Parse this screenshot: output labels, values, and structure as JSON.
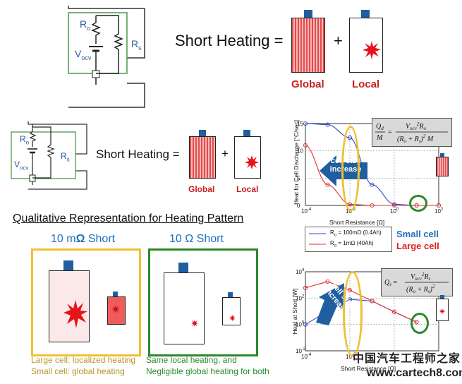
{
  "top": {
    "circuit": {
      "ro": "R",
      "ro_sub": "o",
      "rs": "R",
      "rs_sub": "s",
      "v": "V",
      "v_sub": "ocv"
    },
    "equation": "Short Heating =",
    "plus": "+",
    "global_label": "Global",
    "local_label": "Local"
  },
  "mid": {
    "circuit": {
      "ro": "R",
      "ro_sub": "o",
      "rs": "R",
      "rs_sub": "s",
      "v": "V",
      "v_sub": "ocv"
    },
    "equation": "Short Heating =",
    "plus": "+",
    "global_label": "Global",
    "local_label": "Local"
  },
  "qual": {
    "title": "Qualitative Representation for Heating Pattern",
    "box1_title": "10 mΩ Short",
    "box2_title": "10 Ω Short",
    "box1_note1": "Large cell: localized heating",
    "box1_note2": "Small cell: global heating",
    "box2_note1": "Same local heating, and",
    "box2_note2": "Negligible global heating for both"
  },
  "chart1": {
    "ylabel": "Heat for Cell Discharge [°C/sec]",
    "xlabel": "Short Resistance [Ω]",
    "yticks": [
      "15",
      "10",
      "5",
      "0"
    ],
    "xticks": [
      "10",
      "10",
      "10",
      "10"
    ],
    "xtick_exp": [
      "-4",
      "-2",
      "0",
      "2"
    ],
    "annotation": "cell size increase",
    "formula": "Q_d/M = V_ocv² R_o / ((R_o + R_s)² M)",
    "legend": [
      {
        "label": "R_o = 100mΩ (0.4Ah)",
        "color": "#3344cc"
      },
      {
        "label": "R_o = 1mΩ (40Ah)",
        "color": "#e33030"
      }
    ],
    "small_cell": "Small cell",
    "large_cell": "Large cell"
  },
  "chart2": {
    "ylabel": "Heat at Short [W]",
    "xlabel": "Short Resistance [Ω]",
    "yticks": [
      "10",
      "10",
      "10",
      "10"
    ],
    "ytick_exp": [
      "4",
      "2",
      "0",
      "-2"
    ],
    "xticks": [
      "10",
      "10"
    ],
    "xtick_exp": [
      "-4",
      "-2"
    ],
    "annotation": "cell size increase",
    "formula": "Q_s = V_ocv² R_s / (R_o + R_s)²"
  },
  "watermark": "中国汽车工程师之家",
  "watermark_url": "www.cartech8.com",
  "chart_data": [
    {
      "type": "line",
      "title": "",
      "xlabel": "Short Resistance [Ω]",
      "ylabel": "Heat for Cell Discharge [°C/sec]",
      "xscale": "log",
      "xlim": [
        0.0001,
        100
      ],
      "ylim": [
        0,
        15
      ],
      "series": [
        {
          "name": "R_o = 100mΩ (0.4Ah)",
          "x": [
            0.0001,
            0.001,
            0.01,
            0.1,
            1,
            10,
            100
          ],
          "y": [
            15,
            14.8,
            12.4,
            3.8,
            0.2,
            0,
            0
          ]
        },
        {
          "name": "R_o = 1mΩ (40Ah)",
          "x": [
            0.0001,
            0.001,
            0.01,
            0.1,
            1,
            10,
            100
          ],
          "y": [
            11,
            3.8,
            0.2,
            0,
            0,
            0,
            0
          ]
        }
      ]
    },
    {
      "type": "line",
      "title": "",
      "xlabel": "Short Resistance [Ω]",
      "ylabel": "Heat at Short [W]",
      "xscale": "log",
      "yscale": "log",
      "xlim": [
        0.0001,
        100
      ],
      "ylim": [
        0.01,
        10000
      ],
      "series": [
        {
          "name": "R_o = 100mΩ (0.4Ah)",
          "x": [
            0.0001,
            0.001,
            0.01,
            0.1,
            1,
            10
          ],
          "y": [
            1,
            10,
            80,
            60,
            9,
            1.5
          ]
        },
        {
          "name": "R_o = 1mΩ (40Ah)",
          "x": [
            0.0001,
            0.001,
            0.01,
            0.1,
            1,
            10
          ],
          "y": [
            600,
            1800,
            400,
            60,
            9,
            1.5
          ]
        }
      ]
    }
  ]
}
